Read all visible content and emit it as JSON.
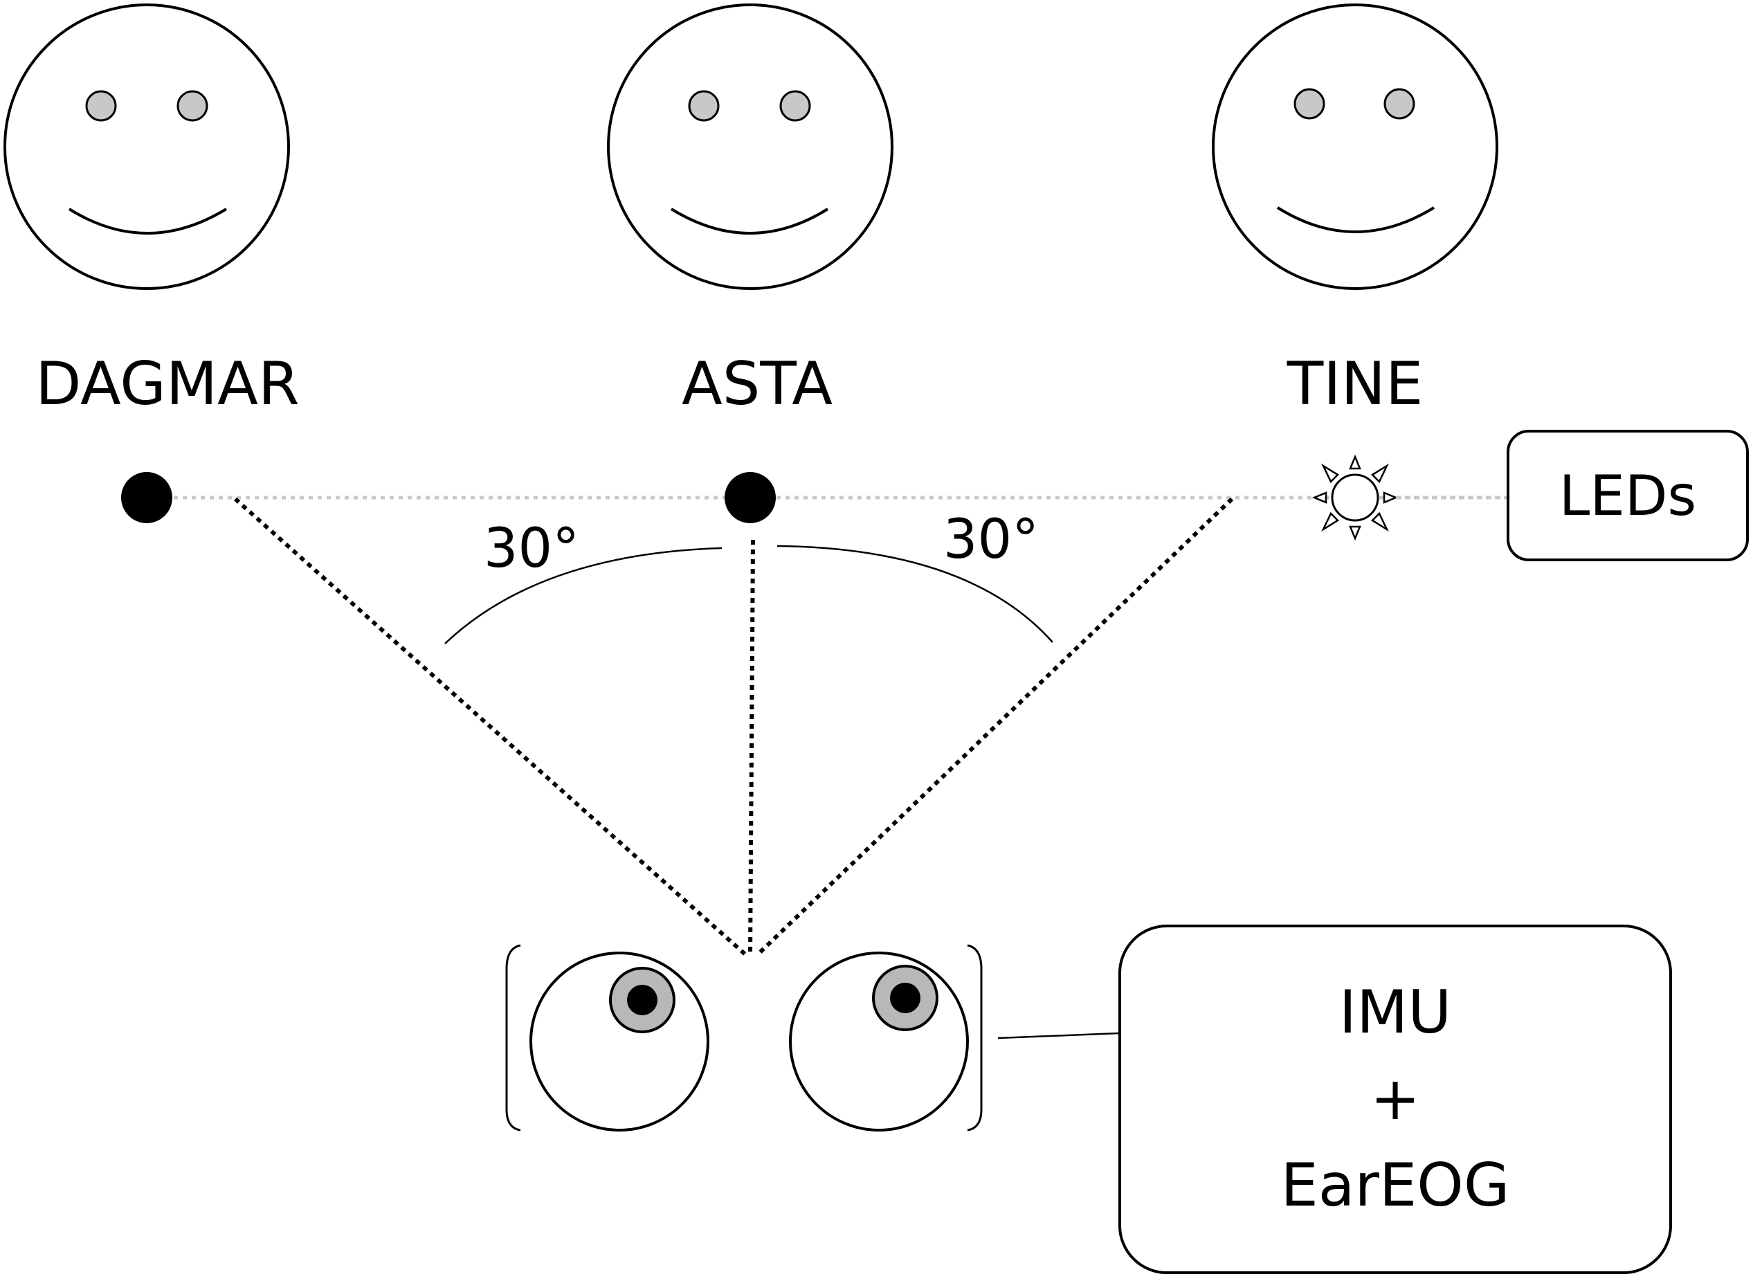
{
  "people": [
    {
      "name": "DAGMAR"
    },
    {
      "name": "ASTA"
    },
    {
      "name": "TINE"
    }
  ],
  "angles": {
    "left": "30°",
    "right": "30°"
  },
  "leds_box": {
    "label": "LEDs"
  },
  "device_box": {
    "line1": "IMU",
    "line2": "+",
    "line3": "EarEOG"
  },
  "colors": {
    "stroke": "#000000",
    "eye_fill": "#c8c8c8",
    "gaze_line": "#c8c8c8"
  },
  "icons": [
    "smiley-face-icon",
    "led-dot-icon",
    "glowing-led-icon",
    "eyeball-icon"
  ]
}
